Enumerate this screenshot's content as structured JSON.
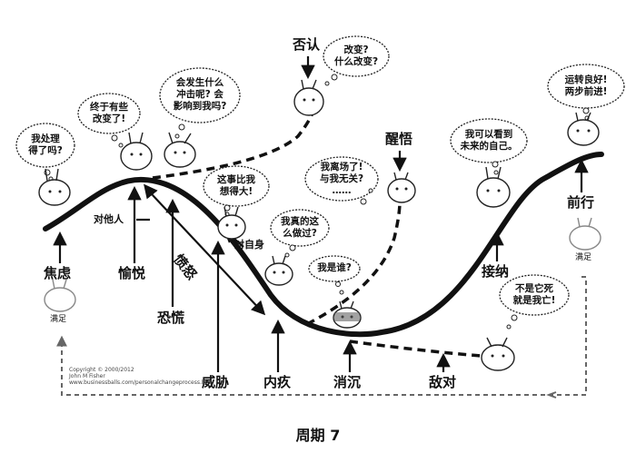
{
  "caption": "周期 7",
  "stages": {
    "anxiety": "焦虑",
    "happiness": "愉悦",
    "fear": "恐慌",
    "threat": "威胁",
    "guilt": "内疚",
    "depression": "消沉",
    "hostility": "敌对",
    "acceptance": "接纳",
    "moving_forward": "前行",
    "denial": "否认",
    "awakening": "醒悟",
    "anger": "愤怒"
  },
  "side_labels": {
    "to_others": "对他人",
    "to_self": "对自身",
    "satisfied_left": "满足",
    "satisfied_right": "满足"
  },
  "bubbles": {
    "cope": [
      "我处理",
      "得了吗?"
    ],
    "change_coming": [
      "终于有些",
      "改变了!"
    ],
    "what_happens": [
      "会发生什么",
      "冲击呢? 会",
      "影响到我吗?"
    ],
    "change_q": [
      "改变?",
      "什么改变?"
    ],
    "big_deal": [
      "这事比我",
      "想得大!"
    ],
    "leave": [
      "我离场了!",
      "与我无关?",
      "……"
    ],
    "really_did": [
      "我真的这",
      "么做过?"
    ],
    "who_am_i": [
      "我是谁?"
    ],
    "can_see_self": [
      "我可以看到",
      "未来的自己。"
    ],
    "going_well": [
      "运转良好!",
      "两步前进!"
    ],
    "not_it_dies": [
      "不是它死",
      "就是我亡!"
    ]
  },
  "copyright": [
    "Copyright © 2000/2012",
    "John M Fisher",
    "www.businessballs.com/personalchangeprocess.htm"
  ],
  "colors": {
    "ink": "#111111",
    "dashed": "#555555"
  }
}
